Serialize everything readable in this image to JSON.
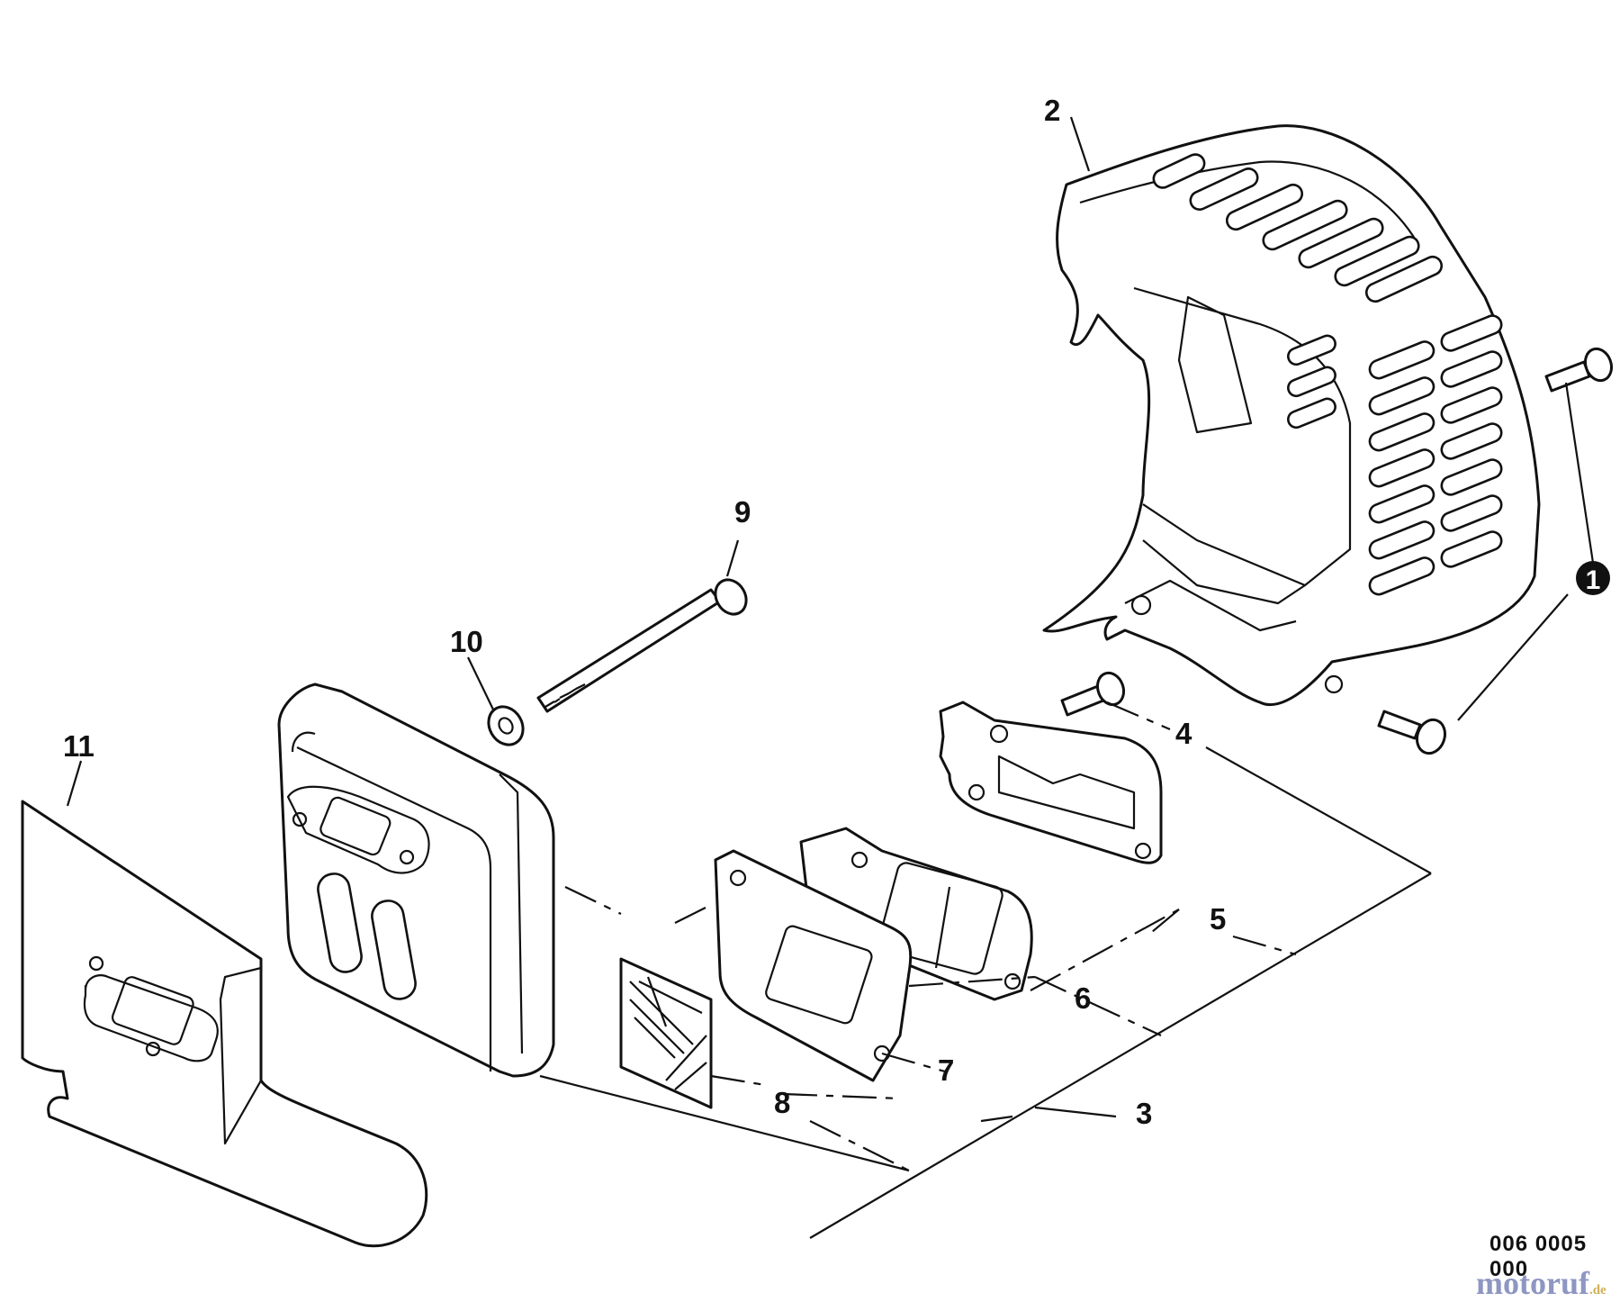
{
  "diagram": {
    "callouts": {
      "c1": "1",
      "c2": "2",
      "c3": "3",
      "c4": "4",
      "c5": "5",
      "c6": "6",
      "c7": "7",
      "c8": "8",
      "c9": "9",
      "c10": "10",
      "c11": "11"
    },
    "drawing_code": "006 0005 000",
    "watermark": {
      "name": "motoruf",
      "tld": ".de"
    }
  }
}
